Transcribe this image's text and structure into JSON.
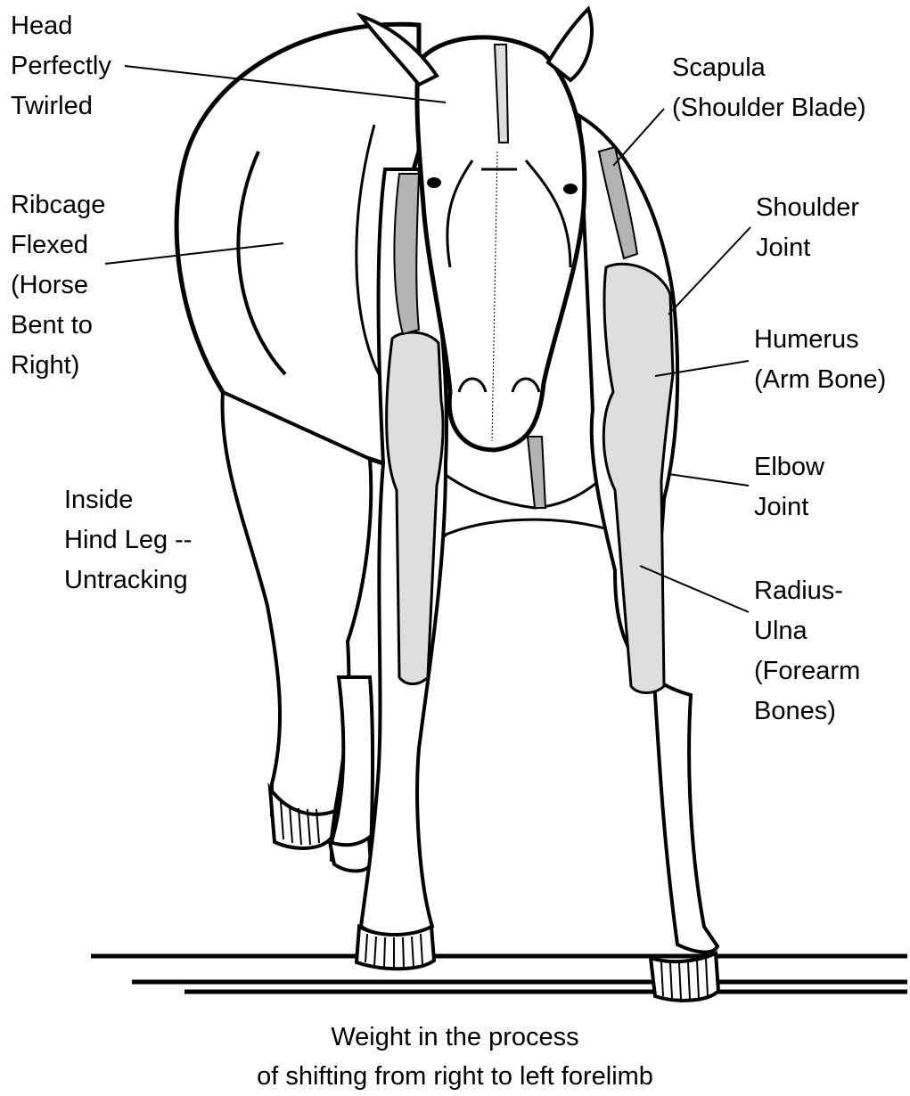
{
  "labels": {
    "head": [
      "Head",
      "Perfectly",
      "Twirled"
    ],
    "ribcage": [
      "Ribcage",
      "Flexed",
      "(Horse",
      "Bent to",
      "Right)"
    ],
    "hind_leg": [
      "Inside",
      "Hind Leg --",
      "Untracking"
    ],
    "scapula": [
      "Scapula",
      "(Shoulder Blade)"
    ],
    "shoulder_joint": [
      "Shoulder",
      "Joint"
    ],
    "humerus": [
      "Humerus",
      "(Arm Bone)"
    ],
    "elbow_joint": [
      "Elbow",
      "Joint"
    ],
    "radius_ulna": [
      "Radius-",
      "Ulna",
      "(Forearm",
      "Bones)"
    ]
  },
  "caption": [
    "Weight in the process",
    "of shifting from right to left forelimb"
  ],
  "colors": {
    "line": "#000000",
    "bone": "#dedede",
    "bone_dark": "#b3b3b3",
    "body": "#ffffff"
  }
}
